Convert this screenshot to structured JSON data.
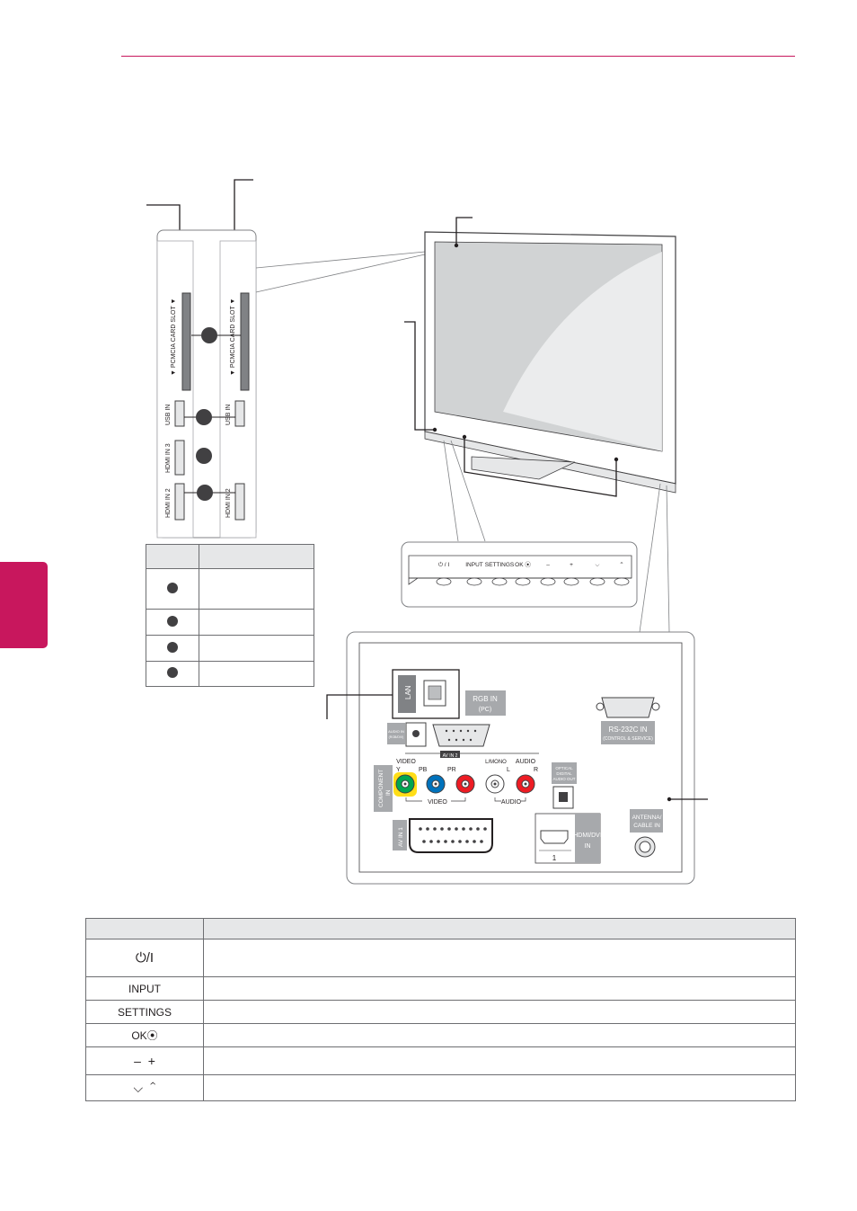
{
  "side_panel_labels": {
    "pcmcia_left": "▼ PCMCIA CARD SLOT ▼",
    "pcmcia_right": "▼ PCMCIA CARD SLOT ▼",
    "usb_left": "USB IN",
    "usb_right": "USB IN",
    "hdmi3": "HDMI IN 3",
    "hdmi2_left": "HDMI IN 2",
    "hdmi2_right": "HDMI IN 2"
  },
  "control_panel": {
    "power": "⏻ / I",
    "input": "INPUT",
    "settings": "SETTINGS",
    "ok": "OK ⦿",
    "minus": "–",
    "plus": "+",
    "down": "⌵",
    "up": "⌃"
  },
  "rear_panel": {
    "lan": "LAN",
    "rgb_in_1": "RGB IN",
    "rgb_in_2": "(PC)",
    "audio_in_1": "AUDIO IN",
    "audio_in_2": "(RGB/DVI)",
    "rs232_1": "RS-232C IN",
    "rs232_2": "(CONTROL & SERVICE)",
    "av_in_2": "AV IN 2",
    "video_top": "VIDEO",
    "l_mono": "L/MONO",
    "audio_top": "AUDIO",
    "y": "Y",
    "pb": "PB",
    "pr": "PR",
    "l": "L",
    "r": "R",
    "component_in_1": "COMPONENT",
    "component_in_2": "IN",
    "video_bottom": "VIDEO",
    "audio_bottom": "AUDIO",
    "optical_1": "OPTICAL",
    "optical_2": "DIGITAL",
    "optical_3": "AUDIO OUT",
    "av_in_1": "AV IN 1",
    "hdmi_dvi_1": "HDMI/DVI",
    "hdmi_dvi_2": "IN",
    "hdmi_num": "1",
    "antenna_1": "ANTENNA/",
    "antenna_2": "CABLE IN"
  },
  "button_table_rows": {
    "power": "⏻/I",
    "input": "INPUT",
    "settings": "SETTINGS",
    "ok": "OK⦿",
    "minus_plus": "–  +",
    "down_up": "⌵  ⌃"
  }
}
